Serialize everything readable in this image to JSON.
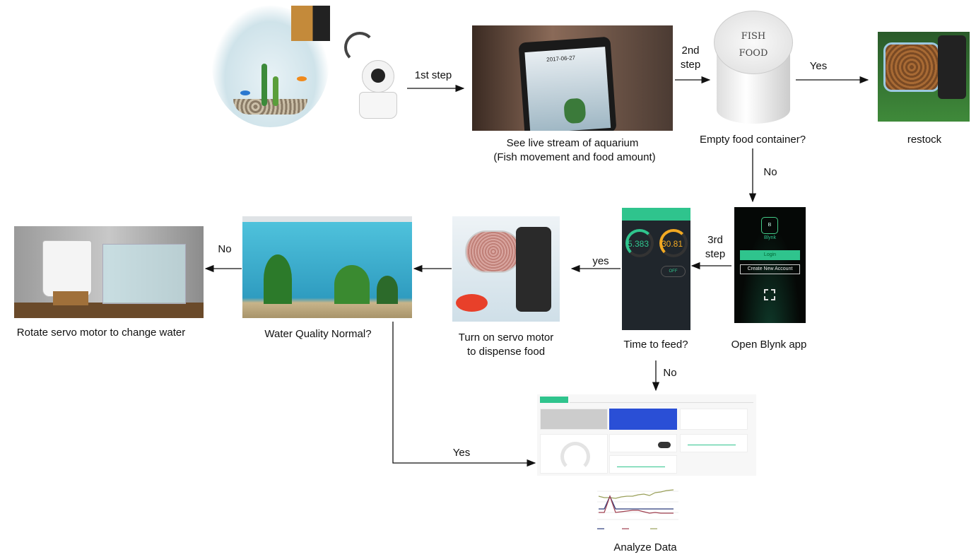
{
  "steps": {
    "step1": "1st step",
    "step2_line1": "2nd",
    "step2_line2": "step",
    "step3_line1": "3rd",
    "step3_line2": "step"
  },
  "captions": {
    "live_stream_1": "See live stream of aquarium",
    "live_stream_2": "(Fish movement and food amount)",
    "empty_container": "Empty  food container?",
    "restock": "restock",
    "open_blynk": "Open Blynk app",
    "time_to_feed": "Time to feed?",
    "servo_1": "Turn on servo motor",
    "servo_2": "to dispense food",
    "water_quality": "Water Quality Normal?",
    "change_water": "Rotate servo motor to change water",
    "analyze": "Analyze Data"
  },
  "decisions": {
    "yes_restock": "Yes",
    "no_container": "No",
    "yes_feed": "yes",
    "no_water": "No",
    "no_feed": "No",
    "yes_water": "Yes"
  },
  "images": {
    "food_can": {
      "line1": "FISH",
      "line2": "FOOD"
    },
    "live_phone_date": "2017-06-27",
    "blynk_login": {
      "brand": "Blynk",
      "login": "Login",
      "create": "Create New Account"
    },
    "blynk_app": {
      "gauge1": "5.383",
      "gauge2": "30.81",
      "button": "OFF"
    }
  },
  "colors": {
    "blynk_green": "#2fc48d",
    "gauge_orange": "#f2a922",
    "dash_blue": "#2a4fd6"
  }
}
